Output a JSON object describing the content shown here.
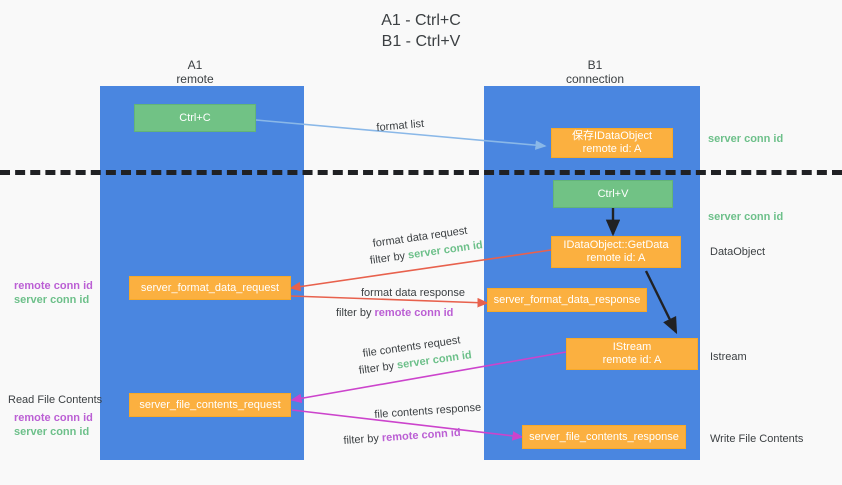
{
  "title": "A1 - Ctrl+C\nB1 - Ctrl+V",
  "lanes": [
    {
      "id": "a1",
      "title": "A1\nremote"
    },
    {
      "id": "b1",
      "title": "B1\nconnection"
    }
  ],
  "boxes": [
    {
      "name": "ctrl-c-box",
      "label": "Ctrl+C"
    },
    {
      "name": "save-idataobject-box",
      "label": "保存IDataObject\nremote id: A"
    },
    {
      "name": "ctrl-v-box",
      "label": "Ctrl+V"
    },
    {
      "name": "idataobject-getdata-box",
      "label": "IDataObject::GetData\nremote id: A"
    },
    {
      "name": "server-format-data-request-box",
      "label": "server_format_data_request"
    },
    {
      "name": "server-format-data-response-box",
      "label": "server_format_data_response"
    },
    {
      "name": "istream-box",
      "label": "IStream\nremote id: A"
    },
    {
      "name": "server-file-contents-request-box",
      "label": "server_file_contents_request"
    },
    {
      "name": "server-file-contents-response-box",
      "label": "server_file_contents_response"
    }
  ],
  "flows": {
    "format_list": "format list",
    "format_data_request": "format data request",
    "format_data_response": "format data response",
    "file_contents_request": "file contents request",
    "file_contents_response": "file contents response",
    "filter_by": "filter by"
  },
  "conn_ids": {
    "server": "server conn id",
    "remote": "remote conn id"
  },
  "right_labels": {
    "server_conn_id_top": "server conn id",
    "server_conn_id_mid": "server conn id",
    "dataobject": "DataObject",
    "istream": "Istream",
    "write_file_contents": "Write File Contents"
  },
  "left_labels": {
    "read_file_contents": "Read File Contents"
  },
  "colors": {
    "lane": "#4a86e0",
    "box_orange": "#fbb040",
    "box_green": "#71c285",
    "server_conn": "#6dc08a",
    "remote_conn": "#bb5fd4",
    "arrow_blue": "#8ab8e8",
    "arrow_red": "#e8614d",
    "arrow_magenta": "#cc44cc",
    "arrow_black": "#202124",
    "background": "#f9f9f9"
  }
}
